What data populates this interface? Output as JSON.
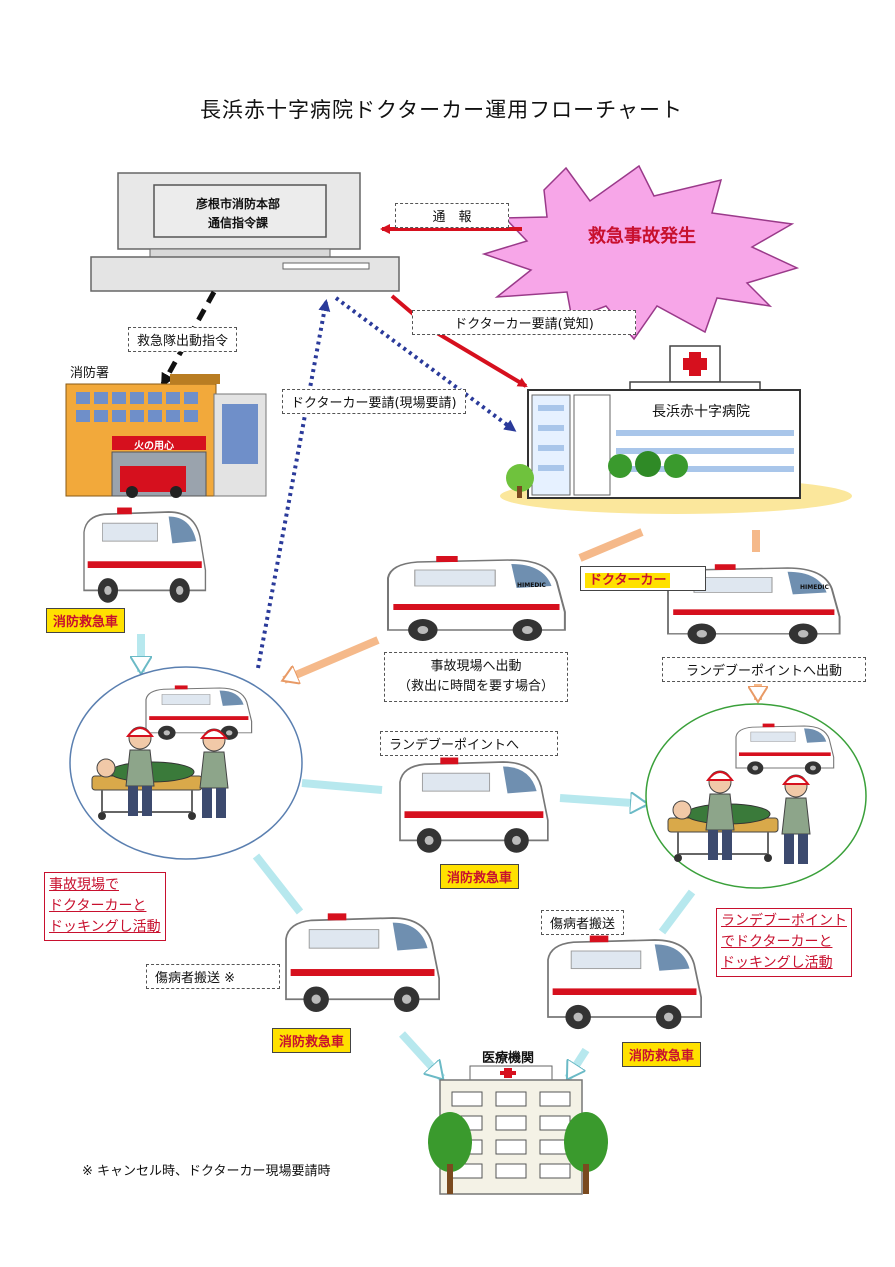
{
  "title": "長浜赤十字病院ドクターカー運用フローチャート",
  "dispatch_center": {
    "line1": "彦根市消防本部",
    "line2": "通信指令課"
  },
  "incident": "救急事故発生",
  "hospital_name": "長浜赤十字病院",
  "fire_station": "消防署",
  "fire_station_sign": "火の用心",
  "medical_facility": "医療機関",
  "labels": {
    "report": "通　報",
    "dispatch_order": "救急隊出動指令",
    "request_aware": "ドクターカー要請(覚知)",
    "request_scene": "ドクターカー要請(現場要請)",
    "to_scene_line1": "事故現場へ出動",
    "to_scene_line2": "（救出に時間を要す場合）",
    "to_rendezvous_dispatch": "ランデブーポイントへ出動",
    "to_rendezvous": "ランデブーポイントへ",
    "transport": "傷病者搬送",
    "transport_note": "傷病者搬送 ※"
  },
  "vehicles": {
    "fire_ambulance": "消防救急車",
    "doctor_car": "ドクターカー",
    "ambulance_marking": "HIMEDIC"
  },
  "notes": {
    "scene_docking": [
      "事故現場で",
      "ドクターカーと",
      "ドッキングし活動"
    ],
    "rendezvous_docking": [
      "ランデブーポイント",
      "でドクターカーと",
      "ドッキングし活動"
    ]
  },
  "footnote": "※ キャンセル時、ドクターカー現場要請時",
  "colors": {
    "red_arrow": "#d6101e",
    "blue_dotted": "#2a3a9a",
    "orange_arrow": "#f5b98a",
    "cyan_arrow": "#b7e8ee",
    "burst_fill": "#f7a6e8",
    "burst_text": "#c8102e",
    "tag_yellow": "#ffe100"
  }
}
